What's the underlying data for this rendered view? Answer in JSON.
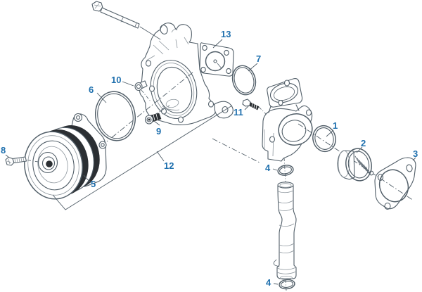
{
  "figure": {
    "kind": "exploded-parts-line-drawing",
    "background": "#ffffff"
  },
  "colors": {
    "background": "#ffffff",
    "line": "#515e68",
    "line_light": "#8c959c",
    "dark_fill": "#2b2f33",
    "label": "#1f70ae"
  },
  "callouts": [
    {
      "id": "8",
      "label": "8"
    },
    {
      "id": "5",
      "label": "5"
    },
    {
      "id": "12",
      "label": "12"
    },
    {
      "id": "6",
      "label": "6"
    },
    {
      "id": "10",
      "label": "10"
    },
    {
      "id": "9",
      "label": "9"
    },
    {
      "id": "13",
      "label": "13"
    },
    {
      "id": "7",
      "label": "7"
    },
    {
      "id": "11",
      "label": "11"
    },
    {
      "id": "1",
      "label": "1"
    },
    {
      "id": "2",
      "label": "2"
    },
    {
      "id": "3",
      "label": "3"
    },
    {
      "id": "4a",
      "label": "4"
    },
    {
      "id": "4b",
      "label": "4"
    }
  ]
}
